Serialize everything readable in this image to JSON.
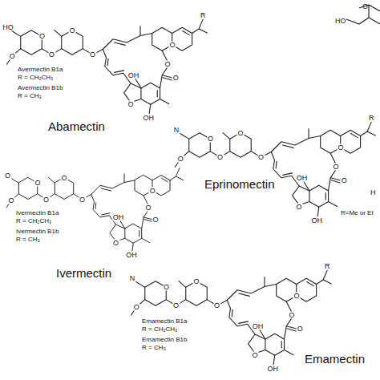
{
  "diagram": {
    "labels": [
      "HO",
      "O",
      "O",
      "O",
      "O",
      "O",
      "O",
      "O",
      "O",
      "OH",
      "O",
      "OH",
      "R",
      "Avermectin B1a",
      "R = CH₂CH₃",
      "Avermectin B1b",
      "R = CH₃",
      "Abamectin",
      "HO",
      "O",
      "N",
      "O",
      "O",
      "O",
      "O",
      "O",
      "O",
      "O",
      "O",
      "OH",
      "O",
      "OH",
      "R",
      "Eprinomectin",
      "R=Me or Et",
      "H",
      "O",
      "O",
      "O",
      "O",
      "O",
      "O",
      "O",
      "O",
      "O",
      "OH",
      "O",
      "OH",
      "Ivermectin B1a",
      "R = CH₂CH₃",
      "Ivermectin B1b",
      "R = CH₃",
      "Ivermectin",
      "N",
      "O",
      "O",
      "O",
      "O",
      "O",
      "O",
      "O",
      "O",
      "OH",
      "O",
      "OH",
      "R",
      "Emamectin B1a",
      "R = CH₂CH₃",
      "Emamectin B1b",
      "R = CH₃",
      "Emamectin"
    ]
  }
}
